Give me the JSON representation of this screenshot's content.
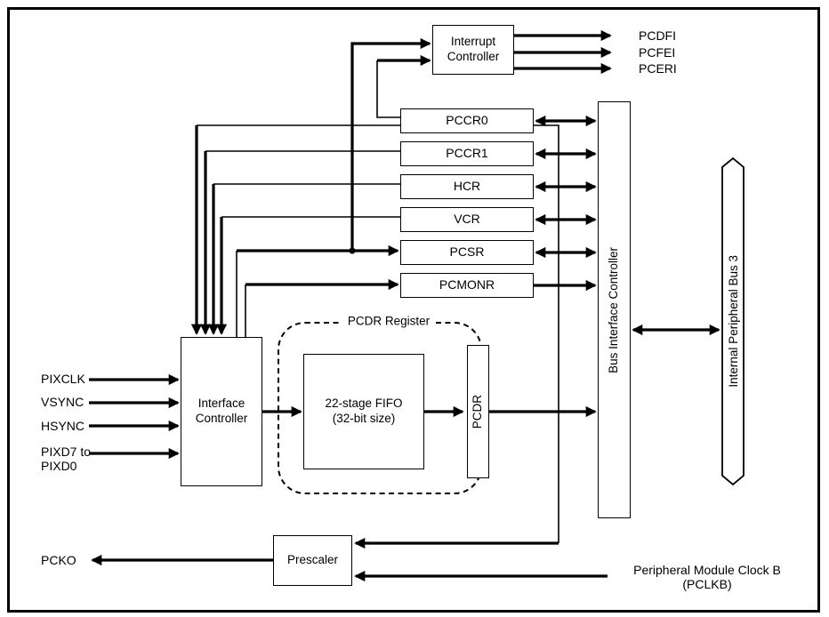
{
  "colors": {
    "background": "#ffffff",
    "line": "#000000"
  },
  "blocks": {
    "interrupt_controller": "Interrupt\nController",
    "interface_controller": "Interface\nController",
    "fifo": "22-stage FIFO\n(32-bit size)",
    "pcdr": "PCDR",
    "bus_interface_controller": "Bus Interface Controller",
    "internal_peripheral_bus": "Internal Peripheral Bus 3",
    "prescaler": "Prescaler"
  },
  "registers": [
    "PCCR0",
    "PCCR1",
    "HCR",
    "VCR",
    "PCSR",
    "PCMONR"
  ],
  "interrupt_outputs": [
    "PCDFI",
    "PCFEI",
    "PCERI"
  ],
  "pixel_inputs": [
    "PIXCLK",
    "VSYNC",
    "HSYNC",
    "PIXD7 to\nPIXD0"
  ],
  "pcdr_region_title": "PCDR Register",
  "clock_output": "PCKO",
  "clock_input": "Peripheral Module Clock B\n(PCLKB)"
}
